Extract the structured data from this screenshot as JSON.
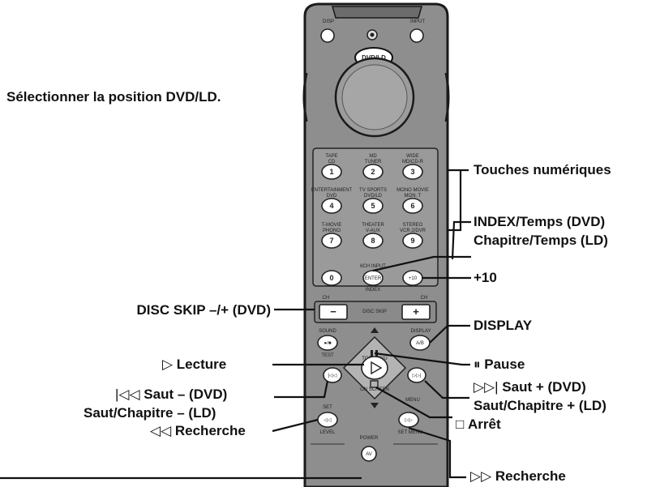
{
  "labels": {
    "select_dvd": "Sélectionner la position DVD/LD.",
    "numeric_keys": "Touches numériques",
    "index_time_dvd": "INDEX/Temps (DVD)",
    "chapter_time_ld": "Chapitre/Temps (LD)",
    "plus10": "+10",
    "disc_skip": "DISC SKIP –/+ (DVD)",
    "display": "DISPLAY",
    "play": "Lecture",
    "pause": "Pause",
    "skip_minus_dvd": "Saut – (DVD)",
    "skip_minus_ld": "Saut/Chapitre – (LD)",
    "skip_plus_dvd": "Saut + (DVD)",
    "skip_plus_ld": "Saut/Chapitre + (LD)",
    "stop": "Arrêt",
    "search_back": "Recherche",
    "search_fwd": "Recherche"
  },
  "remote": {
    "disp": "DISP",
    "input": "INPUT",
    "dvd_ld": "DVD/LD",
    "keys": [
      {
        "num": "1",
        "top": "TAPE",
        "sub": "CD"
      },
      {
        "num": "2",
        "top": "MD",
        "sub": "TUNER"
      },
      {
        "num": "3",
        "top": "WIDE",
        "sub": "MD/CD-R"
      },
      {
        "num": "4",
        "top": "ENTERTAINMENT",
        "sub": "DVD"
      },
      {
        "num": "5",
        "top": "TV SPORTS",
        "sub": "DVD/LD"
      },
      {
        "num": "6",
        "top": "MONO MOVIE",
        "sub": "MON. T"
      },
      {
        "num": "7",
        "top": "T-MOVIE",
        "sub": "PHONO"
      },
      {
        "num": "8",
        "top": "THEATER",
        "sub": "V-AUX"
      },
      {
        "num": "9",
        "top": "STEREO",
        "sub": "VCR 2/DVR"
      }
    ],
    "zero": "0",
    "enter": "ENTER",
    "plus10": "+10",
    "ch_input": "6CH INPUT",
    "index": "INDEX",
    "ch_minus": "CH",
    "ch_plus": "CH",
    "disc_skip_text": "DISC SKIP",
    "minus": "−",
    "plus": "+",
    "ab": "A/B",
    "display": "DISPLAY",
    "test": "TEST",
    "sound_menu": "SOUND",
    "set": "SET",
    "level": "LEVEL",
    "set_menu": "SET MENU",
    "on_screen": "ON SCREEN",
    "power": "POWER",
    "av": "AV",
    "top_menu": "TOP MENU",
    "menu": "MENU"
  }
}
